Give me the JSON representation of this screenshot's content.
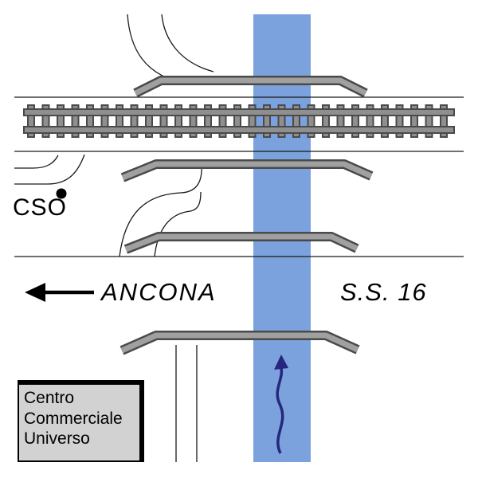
{
  "labels": {
    "cso": "CSO",
    "direction_city": "ANCONA",
    "road_name": "S.S. 16",
    "mall": {
      "line1": "Centro",
      "line2": "Commerciale",
      "line3": "Universo"
    }
  },
  "colors": {
    "highlight_road_blue": "#7BA2DC",
    "rail_guardrail_gray": "#9C9C9C",
    "outline_dark_gray": "#4A4A4A",
    "mall_fill_gray": "#D2D2D2",
    "route_arrow_navy": "#26267E",
    "ink_black": "#000000",
    "background_white": "#FFFFFF"
  },
  "icons": {
    "ancona_arrow": "left-arrow",
    "route_arrow": "wavy-up-arrow",
    "cso_marker": "filled-dot"
  }
}
